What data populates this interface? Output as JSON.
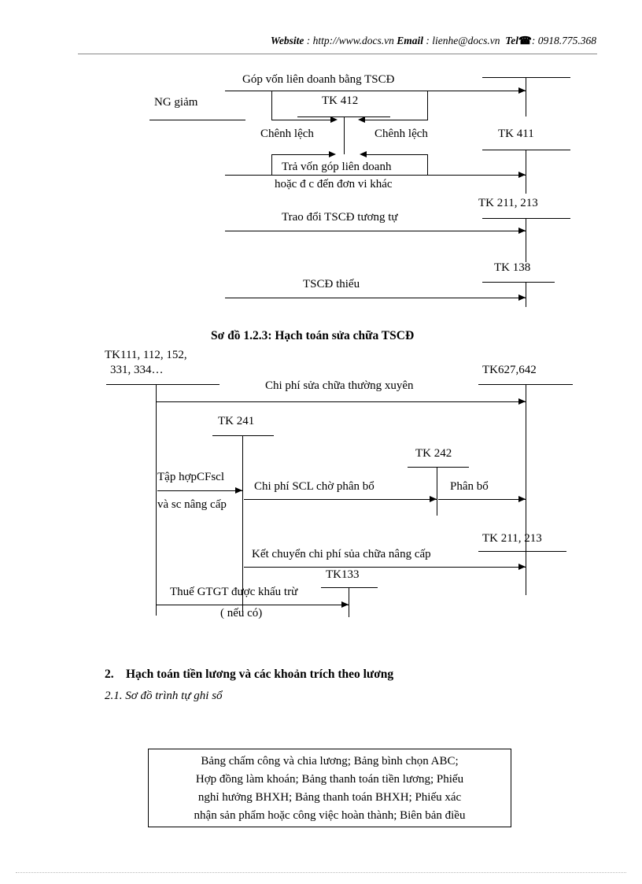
{
  "header": {
    "website_label": "Website",
    "website_sep": " : ",
    "website_url": "http://www.docs.vn",
    "email_label": "Email",
    "email_sep": "  : ",
    "email_value": "lienhe@docs.vn",
    "tel_label": "Tel",
    "tel_icon": "☎",
    "tel_sep": ": ",
    "tel_value": "0918.775.368"
  },
  "diagram1": {
    "labels": {
      "ng_giam": "NG  giảm",
      "gop_von": "Góp vốn liên  doanh   bằng TSCĐ",
      "tk412": "TK 412",
      "chenh_lech_left": "Chênh  lệch",
      "chenh_lech_right": "Chênh lệch",
      "tk411": "TK 411",
      "tra_von": "Trả vốn góp liên  doanh",
      "hoac_dc": "hoặc đ c đến đơn vi khác",
      "trao_doi": "Trao đổi TSCĐ tương tự",
      "tk211_213": "TK 211, 213",
      "tscd_thieu": "TSCĐ thiếu",
      "tk138": "TK 138"
    }
  },
  "diagram2": {
    "title": "Sơ đồ 1.2.3: Hạch toán sửa chữa TSCĐ",
    "labels": {
      "tk111_line1": "TK111, 112, 152,",
      "tk111_line2": "331, 334…",
      "tk627_642": "TK627,642",
      "chi_phi_thuong_xuyen": "Chi phí sửa chữa thường xuyên",
      "tk241": "TK 241",
      "tk242": "TK 242",
      "tap_hop": "Tập hợpCFscl",
      "va_sc": "và sc nâng cấp",
      "chi_phi_scl": "Chi phí SCL chờ phân bổ",
      "phan_bo": "Phân bổ",
      "tk211_213": "TK 211, 213",
      "ket_chuyen": "Kết chuyển chi phí sủa chữa nâng cấp",
      "tk133": "TK133",
      "thue_gtgt": "Thuế GTGT được khấu trừ",
      "neu_co": "( nếu có)"
    }
  },
  "section2": {
    "number": "2.",
    "title": "Hạch toán tiền lương và các khoản trích theo lương",
    "subtitle": "2.1. Sơ đồ trình tự ghi sổ"
  },
  "docbox": {
    "lines": [
      "Bảng  chấm công và chia lương; Bảng bình chọn ABC;",
      "Hợp đồng làm  khoán; Bảng thanh toán tiền  lương; Phiếu",
      "nghỉ hưởng BHXH;  Bảng thanh toán BHXH;  Phiếu xác",
      "nhận sản phẩm hoặc công việc hoàn thành; Biên bản điều"
    ]
  },
  "colors": {
    "ink": "#000000",
    "rule": "#8a8a8a",
    "footer_rule": "#b9b9b9"
  }
}
